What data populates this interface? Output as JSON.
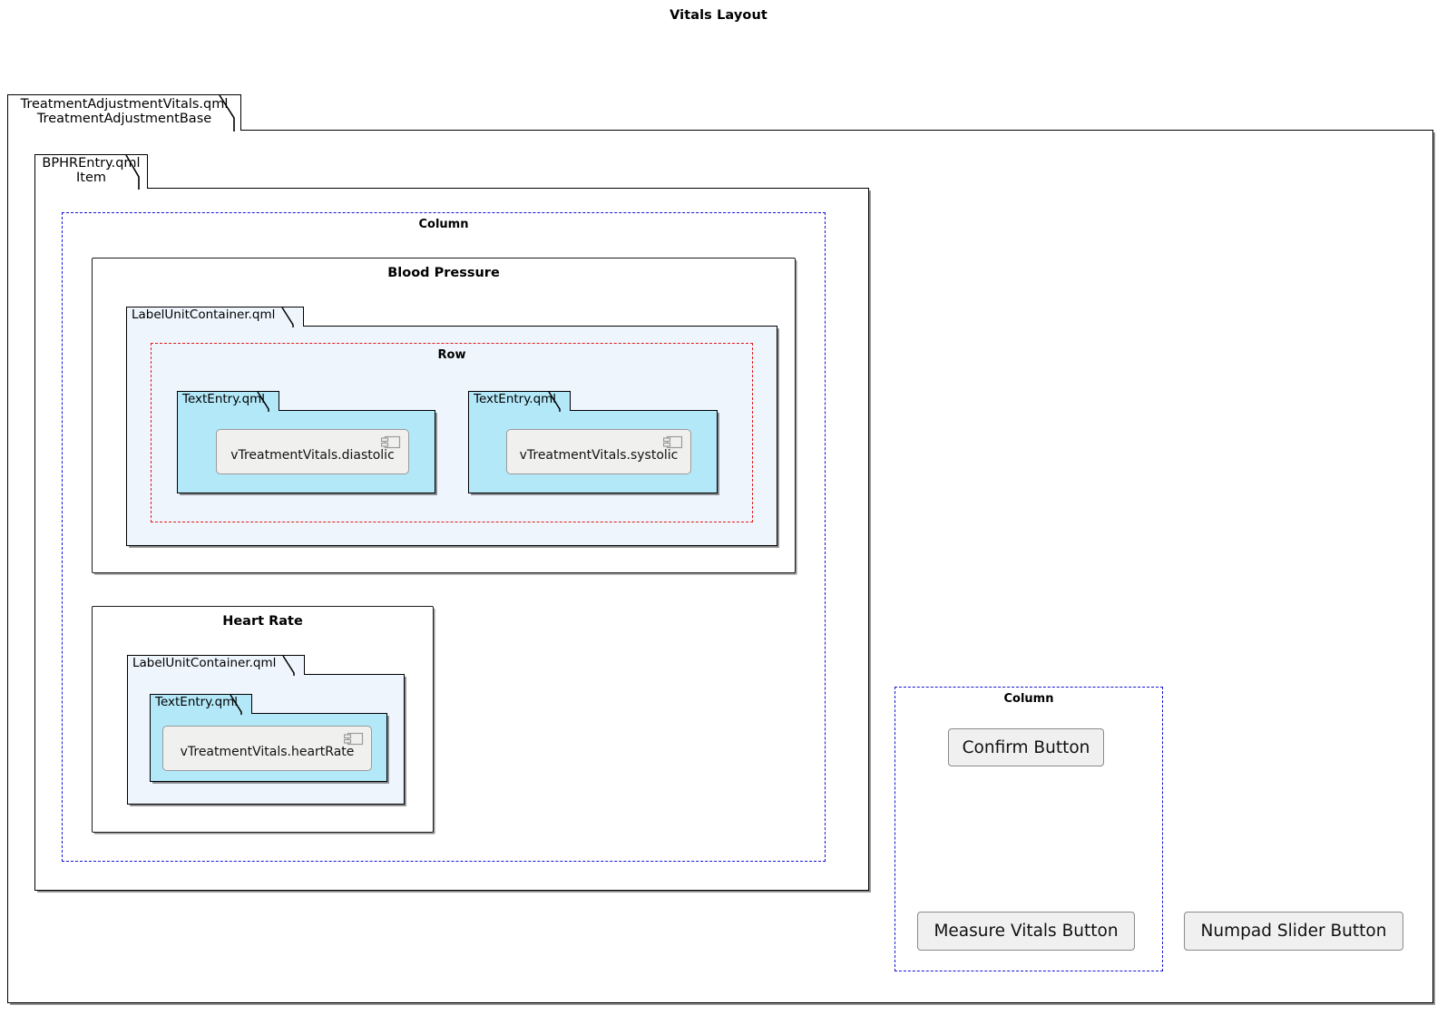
{
  "diagram": {
    "title": "Vitals Layout"
  },
  "root_package": {
    "tab_line1": "TreatmentAdjustmentVitals.qml",
    "tab_line2": "TreatmentAdjustmentBase"
  },
  "bphr_package": {
    "tab_line1": "BPHREntry.qml",
    "tab_line2": "Item"
  },
  "main_column": {
    "label": "Column"
  },
  "blood_pressure": {
    "title": "Blood Pressure",
    "container": {
      "tab_label": "LabelUnitContainer.qml"
    },
    "row": {
      "label": "Row"
    },
    "entries": [
      {
        "tab_label": "TextEntry.qml",
        "component_label": "vTreatmentVitals.diastolic",
        "icon": "uml-component-icon"
      },
      {
        "tab_label": "TextEntry.qml",
        "component_label": "vTreatmentVitals.systolic",
        "icon": "uml-component-icon"
      }
    ]
  },
  "heart_rate": {
    "title": "Heart Rate",
    "container": {
      "tab_label": "LabelUnitContainer.qml"
    },
    "entry": {
      "tab_label": "TextEntry.qml",
      "component_label": "vTreatmentVitals.heartRate",
      "icon": "uml-component-icon"
    }
  },
  "button_column": {
    "label": "Column",
    "buttons": [
      {
        "label": "Confirm Button"
      },
      {
        "label": "Measure Vitals Button"
      }
    ]
  },
  "standalone_button": {
    "label": "Numpad Slider Button"
  },
  "colors": {
    "column_frame": "#1414d2",
    "row_frame": "#e01b18",
    "container_fill": "#eef5fd",
    "entry_fill": "#b3e8f8",
    "component_fill": "#f0f0ee",
    "button_fill": "#f0f0f0",
    "outline": "#000000"
  }
}
